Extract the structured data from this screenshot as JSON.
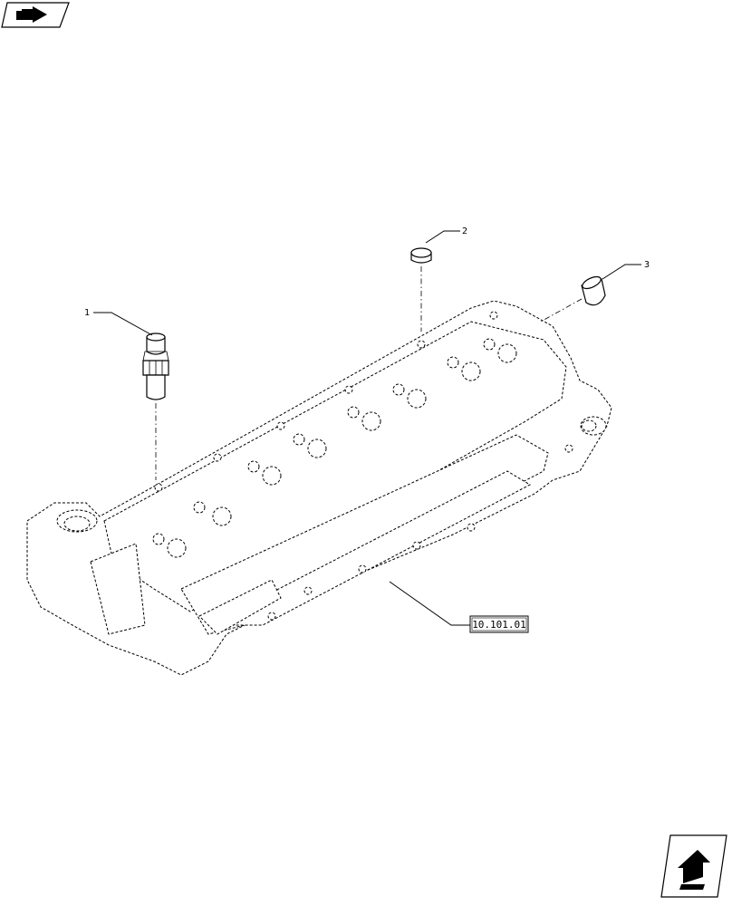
{
  "callouts": {
    "item_1": "1",
    "item_2": "2",
    "item_3": "3"
  },
  "reference": {
    "label": "10.101.01"
  },
  "icons": {
    "top_left": "book-arrow-icon",
    "bottom_right": "next-page-arrow-icon"
  }
}
